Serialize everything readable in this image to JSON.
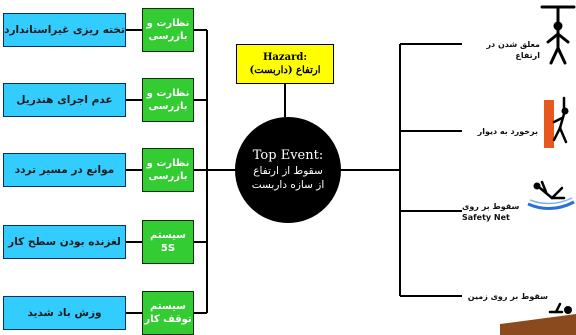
{
  "hazard": {
    "label": "Hazard:",
    "text": "ارتفاع (داربست)"
  },
  "top_event": {
    "label": "Top Event:",
    "text": "سقوط از ارتفاع\nاز سازه داربست"
  },
  "threats": [
    {
      "text": "تخته ریزی غیراستاندارد"
    },
    {
      "text": "عدم اجرای هندریل"
    },
    {
      "text": "موانع در مسیر تردد"
    },
    {
      "text": "لغزنده بودن سطح کار"
    },
    {
      "text": "وزش باد شدید"
    }
  ],
  "barriers": [
    {
      "text": "نظارت و\nبازرسی"
    },
    {
      "text": "نظارت و\nبازرسی"
    },
    {
      "text": "نظارت و\nبازرسی"
    },
    {
      "text": "سیستم\n5S"
    },
    {
      "text": "سیستم\nتوقف کار"
    }
  ],
  "consequences": [
    {
      "text": "معلق شدن در ارتفاع",
      "icon": "hanging-person-icon"
    },
    {
      "text": "برخورد به دیوار",
      "icon": "wall-impact-icon"
    },
    {
      "text": "سقوط بر روی\nSafety Net",
      "icon": "safety-net-icon"
    },
    {
      "text": "سقوط بر روی زمین",
      "icon": "ground-fall-icon"
    }
  ],
  "colors": {
    "threat": "#33ccff",
    "barrier": "#33cc33",
    "hazard": "#ffff00",
    "top_event": "#000000"
  }
}
